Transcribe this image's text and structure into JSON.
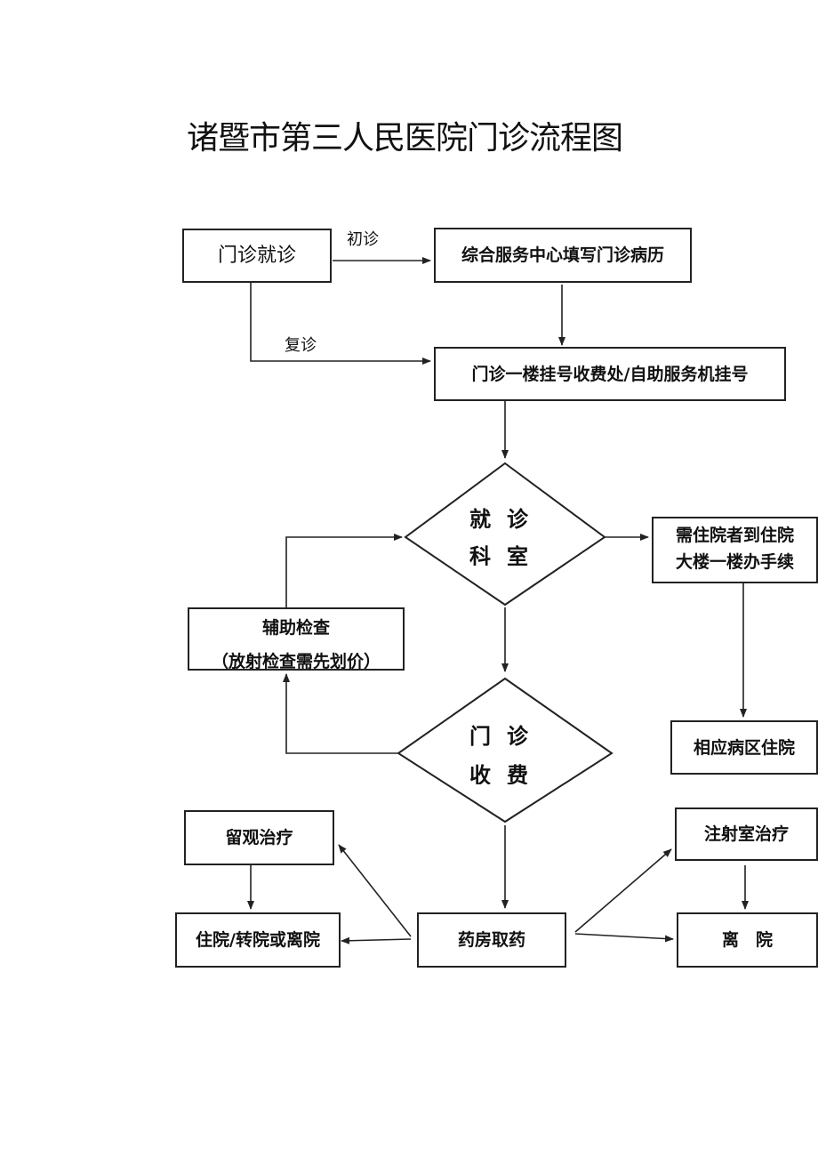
{
  "title": "诸暨市第三人民医院门诊流程图",
  "nodes": {
    "outpatient": "门诊就诊",
    "service_center": "综合服务中心填写门诊病历",
    "registration": "门诊一楼挂号收费处/自助服务机挂号",
    "consult_room": {
      "line1": "就诊",
      "line2": "科室"
    },
    "inpatient_admission": {
      "line1": "需住院者到住院",
      "line2": "大楼一楼办手续"
    },
    "auxiliary_exam": {
      "line1": "辅助检查",
      "line2": "（放射检查需先划价）"
    },
    "ward": "相应病区住院",
    "outpatient_payment": {
      "line1": "门诊",
      "line2": "收费"
    },
    "observation": "留观治疗",
    "injection": "注射室治疗",
    "discharge_transfer": "住院/转院或离院",
    "pharmacy": "药房取药",
    "leave": "离　院"
  },
  "edge_labels": {
    "first_visit": "初诊",
    "return_visit": "复诊"
  }
}
